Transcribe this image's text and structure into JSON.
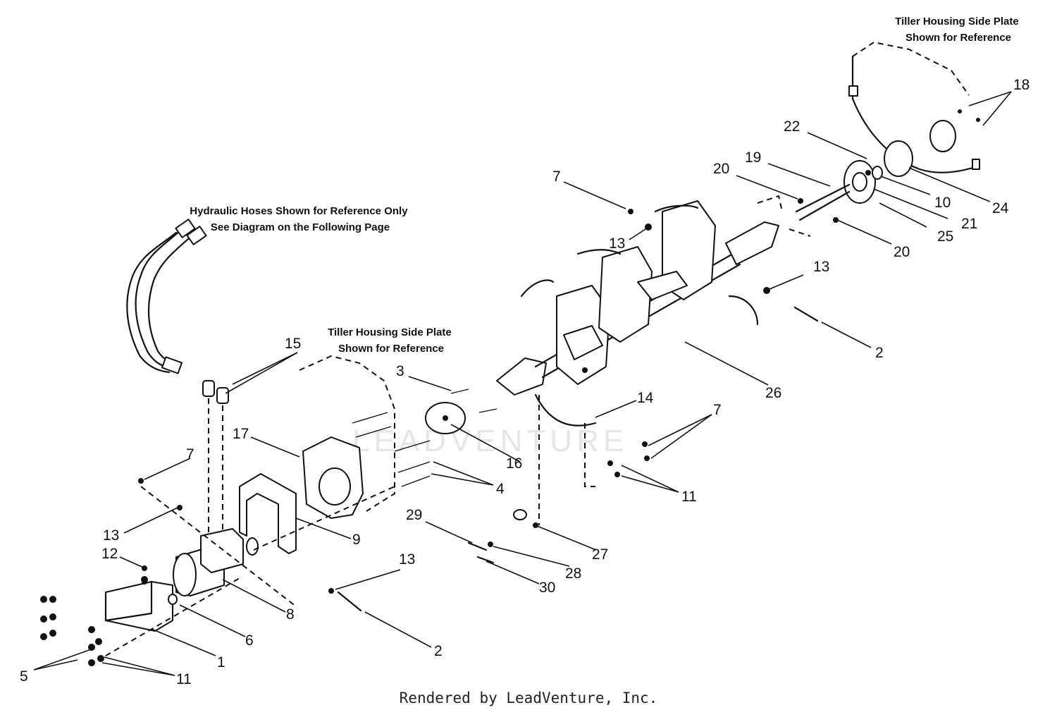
{
  "notes": {
    "hoses": [
      "Hydraulic Hoses Shown for Reference Only",
      "See Diagram on the Following Page"
    ],
    "side_plate_center": [
      "Tiller Housing Side Plate",
      "Shown for Reference"
    ],
    "side_plate_right": [
      "Tiller Housing Side Plate",
      "Shown for Reference"
    ]
  },
  "watermark": "LEADVENTURE",
  "footer": "Rendered by LeadVenture, Inc.",
  "callouts": [
    "7",
    "20",
    "19",
    "22",
    "18",
    "10",
    "24",
    "21",
    "25",
    "20",
    "13",
    "13",
    "2",
    "15",
    "3",
    "26",
    "14",
    "17",
    "16",
    "4",
    "7",
    "11",
    "7",
    "13",
    "12",
    "9",
    "29",
    "27",
    "28",
    "30",
    "13",
    "8",
    "6",
    "2",
    "1",
    "5",
    "11"
  ]
}
